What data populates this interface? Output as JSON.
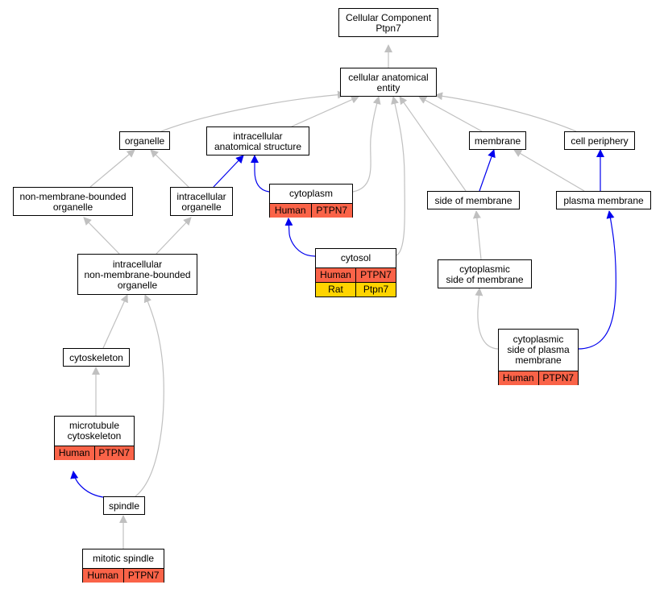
{
  "colors": {
    "edge_is_a": "#c0c0c0",
    "edge_part_of": "#0000ee",
    "human": "#fa6348",
    "rat": "#ffd400"
  },
  "nodes": {
    "root": {
      "lines": [
        "Cellular Component",
        "Ptpn7"
      ]
    },
    "cae": {
      "lines": [
        "cellular anatomical",
        "entity"
      ]
    },
    "organelle": {
      "lines": [
        "organelle"
      ]
    },
    "ias": {
      "lines": [
        "intracellular",
        "anatomical structure"
      ]
    },
    "membrane": {
      "lines": [
        "membrane"
      ]
    },
    "periphery": {
      "lines": [
        "cell periphery"
      ]
    },
    "nmbo": {
      "lines": [
        "non-membrane-bounded",
        "organelle"
      ]
    },
    "io": {
      "lines": [
        "intracellular",
        "organelle"
      ]
    },
    "cytoplasm": {
      "lines": [
        "cytoplasm"
      ],
      "rows": [
        [
          "Human",
          "PTPN7"
        ]
      ]
    },
    "som": {
      "lines": [
        "side of membrane"
      ]
    },
    "pm": {
      "lines": [
        "plasma membrane"
      ]
    },
    "inmbo": {
      "lines": [
        "intracellular",
        "non-membrane-bounded",
        "organelle"
      ]
    },
    "cytosol": {
      "lines": [
        "cytosol"
      ],
      "rows": [
        [
          "Human",
          "PTPN7"
        ],
        [
          "Rat",
          "Ptpn7"
        ]
      ]
    },
    "csom": {
      "lines": [
        "cytoplasmic",
        "side of membrane"
      ]
    },
    "cspm": {
      "lines": [
        "cytoplasmic",
        "side of plasma",
        "membrane"
      ],
      "rows": [
        [
          "Human",
          "PTPN7"
        ]
      ]
    },
    "cytoskeleton": {
      "lines": [
        "cytoskeleton"
      ]
    },
    "mtc": {
      "lines": [
        "microtubule",
        "cytoskeleton"
      ],
      "rows": [
        [
          "Human",
          "PTPN7"
        ]
      ]
    },
    "spindle": {
      "lines": [
        "spindle"
      ]
    },
    "mitotic": {
      "lines": [
        "mitotic spindle"
      ],
      "rows": [
        [
          "Human",
          "PTPN7"
        ]
      ]
    }
  }
}
